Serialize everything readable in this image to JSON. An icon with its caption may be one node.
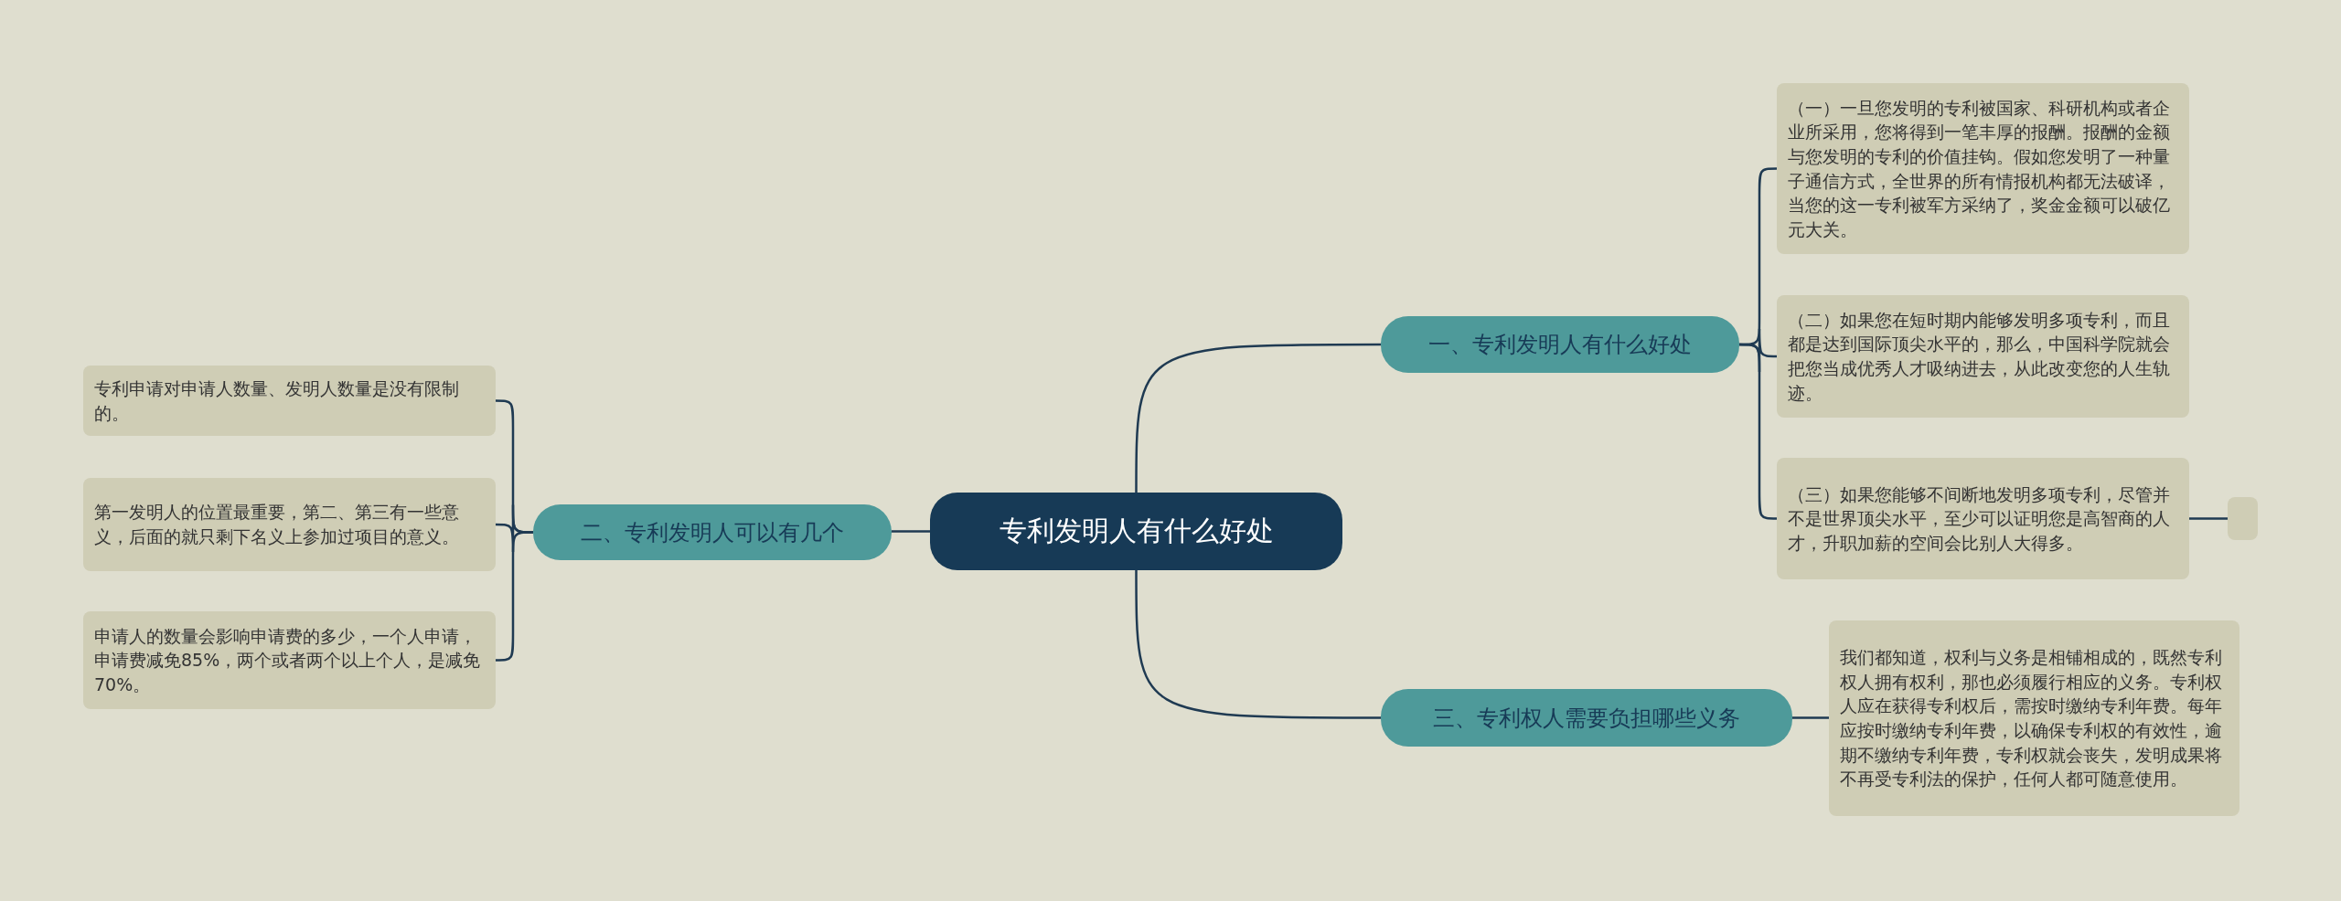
{
  "diagram": {
    "nodes": [
      {
        "text": [
          "专利发明人有什么好处"
        ]
      },
      {
        "text": [
          "一、专利发明人有什么好处"
        ]
      },
      {
        "text": [
          "（一）一旦您发明的专利被国家、科研机构或者企业所采用，您将得到一笔丰厚的报酬。报酬的金额与您发明的专利的价值挂钩。假如您发明了一种量子通信方式，全世界的所有情报机构都无法破译，当您的这一专利被军方采纳了，奖金金额可以破亿元大关。"
        ]
      },
      {
        "text": [
          "（二）如果您在短时期内能够发明多项专利，而且都是达到国际顶尖水平的，那么，中国科学院就会把您当成优秀人才吸纳进去，从此改变您的人生轨迹。"
        ]
      },
      {
        "text": [
          "（三）如果您能够不间断地发明多项专利，尽管并不是世界顶尖水平，至少可以证明您是高智商的人才，升职加薪的空间会比别人大得多。"
        ]
      },
      {
        "text": [],
        "shape": "box"
      },
      {
        "text": [
          "二、专利发明人可以有几个"
        ]
      },
      {
        "text": [
          "专利申请对申请人数量、发明人数量是没有限制的。"
        ]
      },
      {
        "text": [
          "第一发明人的位置最重要，第二、第三有一些意义，后面的就只剩下名义上参加过项目的意义。"
        ]
      },
      {
        "text": [
          "申请人的数量会影响申请费的多少，一个人申请，申请费减免85%，两个或者两个以上个人，是减免70%。"
        ]
      },
      {
        "text": [
          "三、专利权人需要负担哪些义务"
        ]
      },
      {
        "text": [
          "我们都知道，权利与义务是相铺相成的，既然专利权人拥有权利，那也必须履行相应的义务。专利权人应在获得专利权后，需按时缴纳专利年费。每年应按时缴纳专利年费，以确保专利权的有效性，逾期不缴纳专利年费，专利权就会丧失，发明成果将不再受专利法的保护，任何人都可随意使用。"
        ]
      }
    ],
    "edges": [
      {
        "from": 0,
        "to": 1,
        "arrow": "none"
      },
      {
        "from": 1,
        "to": 2,
        "arrow": "none"
      },
      {
        "from": 1,
        "to": 3,
        "arrow": "none"
      },
      {
        "from": 1,
        "to": 4,
        "arrow": "none"
      },
      {
        "from": 4,
        "to": 5,
        "arrow": "none"
      },
      {
        "from": 0,
        "to": 6,
        "arrow": "none"
      },
      {
        "from": 6,
        "to": 7,
        "arrow": "none"
      },
      {
        "from": 6,
        "to": 8,
        "arrow": "none"
      },
      {
        "from": 6,
        "to": 9,
        "arrow": "none"
      },
      {
        "from": 0,
        "to": 10,
        "arrow": "none"
      },
      {
        "from": 10,
        "to": 11,
        "arrow": "none"
      }
    ]
  }
}
